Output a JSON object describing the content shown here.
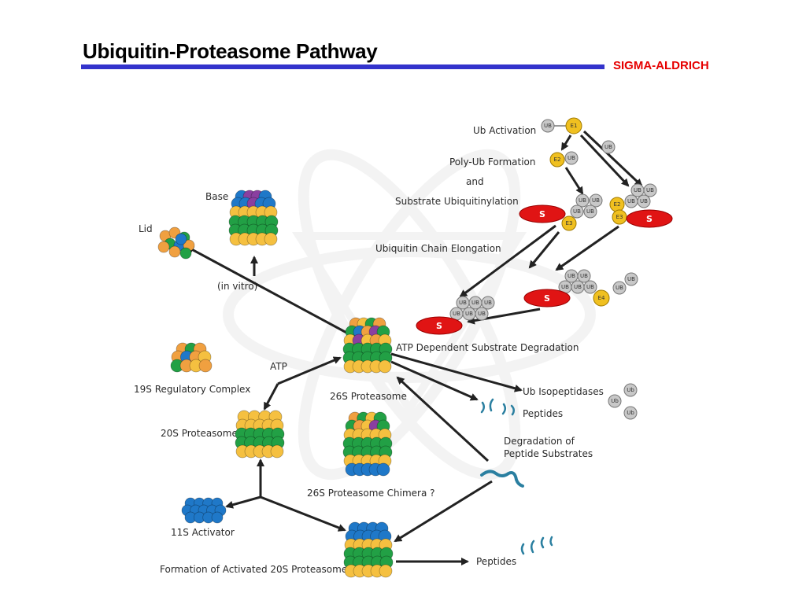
{
  "header": {
    "title": "Ubiquitin-Proteasome Pathway",
    "brand": "SIGMA-ALDRICH"
  },
  "labels": {
    "ub_activation": "Ub Activation",
    "poly_ub_formation": "Poly-Ub Formation",
    "and": "and",
    "substrate_ubiquitinylation": "Substrate Ubiquitinylation",
    "ubiquitin_chain_elongation": "Ubiquitin Chain Elongation",
    "base": "Base",
    "lid": "Lid",
    "in_vitro": "(in vitro)",
    "atp_dependent_degradation": "ATP Dependent Substrate Degradation",
    "atp": "ATP",
    "regulatory_complex": "19S Regulatory Complex",
    "proteasome_26s": "26S Proteasome",
    "ub_isopeptidases": "Ub Isopeptidases",
    "peptides_upper": "Peptides",
    "proteasome_20s": "20S Proteasome",
    "chimera": "26S Proteasome Chimera ?",
    "degradation_line1": "Degradation of",
    "degradation_line2": "Peptide Substrates",
    "activator_11s": "11S Activator",
    "activated_formation": "Formation of Activated 20S Proteasome",
    "peptides_lower": "Peptides"
  },
  "molecules": {
    "ub": "UB",
    "ub_lower": "Ub",
    "substrate": "S",
    "e1": "E1",
    "e2": "E2",
    "e3": "E3",
    "e4": "E4"
  },
  "colors": {
    "title_rule": "#3333cc",
    "brand": "#e60000",
    "ubiquitin": "#c8c8c8",
    "enzyme": "#f0c020",
    "substrate": "#e01414",
    "green": "#22a045",
    "orange": "#f0a040",
    "yellow": "#f5c040",
    "blue": "#1f78c8",
    "purple": "#8a3fa0",
    "arrow": "#222222",
    "peptide": "#2a7fa0"
  }
}
